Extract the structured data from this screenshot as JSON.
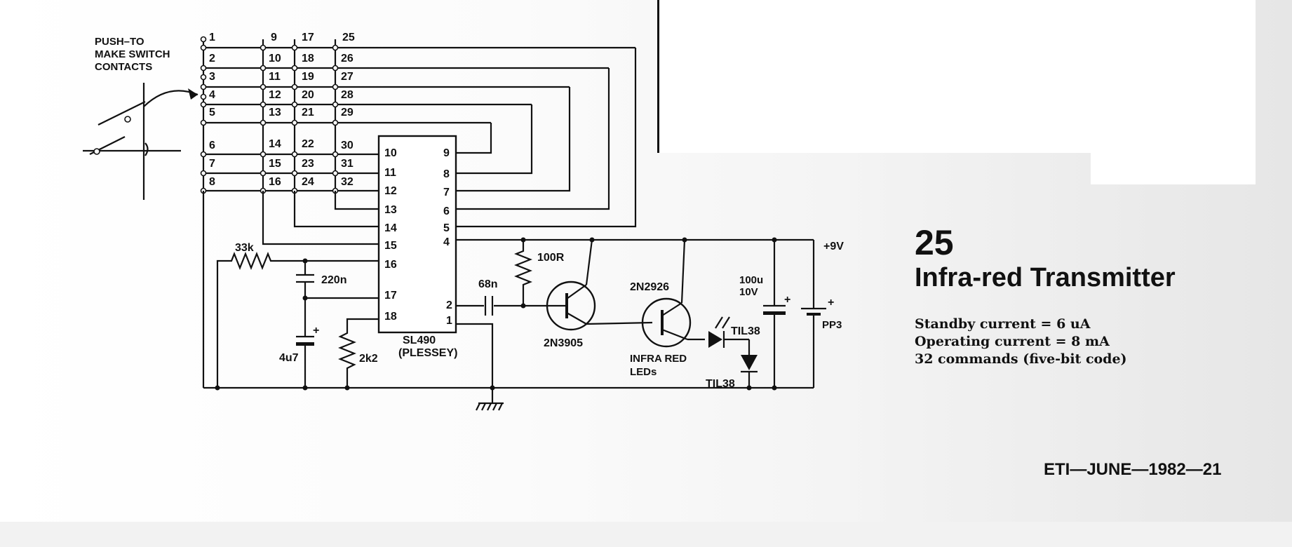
{
  "labels": {
    "switch_caption": [
      "PUSH–TO",
      "MAKE SWITCH",
      "CONTACTS"
    ],
    "ic_name": "SL490",
    "ic_maker": "(PLESSEY)",
    "r1": "33k",
    "c1": "220n",
    "c2": "4u7",
    "r2": "2k2",
    "c3": "68n",
    "r3": "100R",
    "q1": "2N3905",
    "q2": "2N2926",
    "led_caption": [
      "INFRA RED",
      "LEDs"
    ],
    "led1": "TIL38",
    "led2": "TIL38",
    "c4": [
      "100u",
      "10V"
    ],
    "supply": "+9V",
    "battery": "PP3",
    "plus": "+"
  },
  "grid": {
    "col1": [
      "1",
      "2",
      "3",
      "4",
      "5",
      "6",
      "7",
      "8"
    ],
    "col2": [
      "9",
      "10",
      "11",
      "12",
      "13",
      "14",
      "15",
      "16"
    ],
    "col3": [
      "17",
      "18",
      "19",
      "20",
      "21",
      "22",
      "23",
      "24"
    ],
    "col4": [
      "25",
      "26",
      "27",
      "28",
      "29",
      "30",
      "31",
      "32"
    ]
  },
  "ic": {
    "left_pins": [
      "10",
      "11",
      "12",
      "13",
      "14",
      "15",
      "16",
      "17",
      "18"
    ],
    "right_pins": [
      "9",
      "8",
      "7",
      "6",
      "5",
      "4",
      "2",
      "1"
    ]
  },
  "info": {
    "number": "25",
    "title": "Infra-red Transmitter",
    "specs": [
      "Standby current = 6 uA",
      "Operating current = 8 mA",
      "32 commands (five-bit code)"
    ]
  },
  "footer": "ETI—JUNE—1982—21"
}
